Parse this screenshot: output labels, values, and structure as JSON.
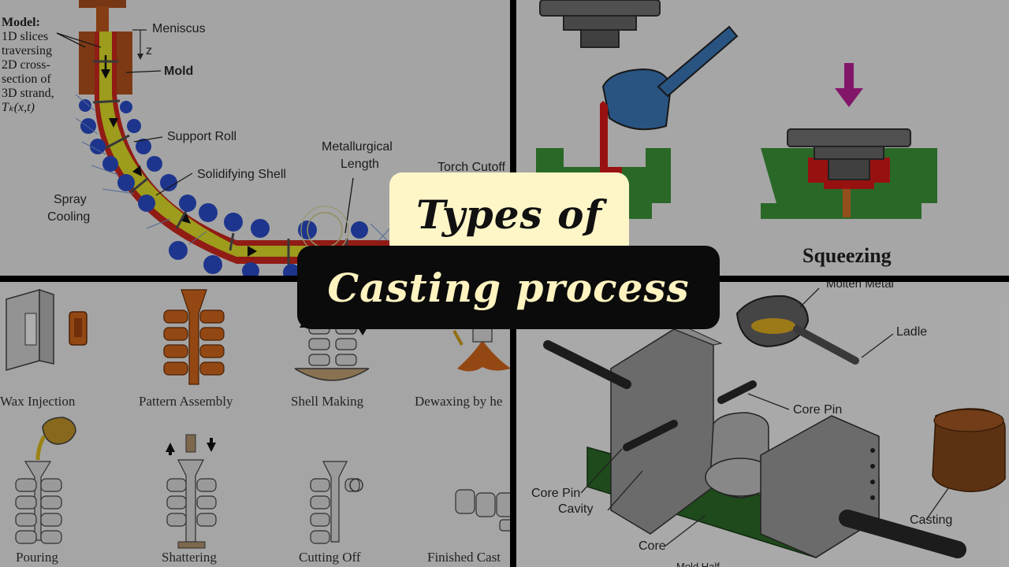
{
  "title": {
    "line1": "Types of",
    "line2": "Casting process"
  },
  "continuous_casting": {
    "model_lines": [
      "Model:",
      "1D slices",
      "traversing",
      "2D cross-",
      "section of",
      "3D strand,",
      "Tₖ(x,t)"
    ],
    "labels": {
      "meniscus": "Meniscus",
      "z": "z",
      "mold": "Mold",
      "support_roll": "Support Roll",
      "solidifying_shell": "Solidifying Shell",
      "spray_cooling_1": "Spray",
      "spray_cooling_2": "Cooling",
      "metallurgical_1": "Metallurgical",
      "metallurgical_2": "Length",
      "torch_cutoff": "Torch Cutoff"
    }
  },
  "squeeze_casting": {
    "label": "Squeezing"
  },
  "investment_casting": {
    "steps_row1": [
      "Wax Injection",
      "Pattern Assembly",
      "Shell Making",
      "Dewaxing by he"
    ],
    "steps_row2": [
      "Pouring",
      "Shattering",
      "Cutting Off",
      "Finished Cast"
    ]
  },
  "die_casting": {
    "labels": {
      "molten_metal": "Molten Metal",
      "ladle": "Ladle",
      "core_pin_right": "Core Pin",
      "core_pin_left": "Core Pin",
      "cavity": "Cavity",
      "core": "Core",
      "casting": "Casting",
      "mold_half": "Mold Half"
    }
  },
  "colors": {
    "title_bg": "#fff6c8",
    "title_text": "#111111",
    "subtitle_bg": "#0b0b0b",
    "subtitle_text": "#fff3c0",
    "strand": "#d42a1f",
    "liquid_core": "#e8e62a",
    "roll": "#2b4fd0",
    "mold_green": "#3f9a3c",
    "ladle_blue": "#3d7cc0",
    "arrow_magenta": "#c0239c"
  }
}
